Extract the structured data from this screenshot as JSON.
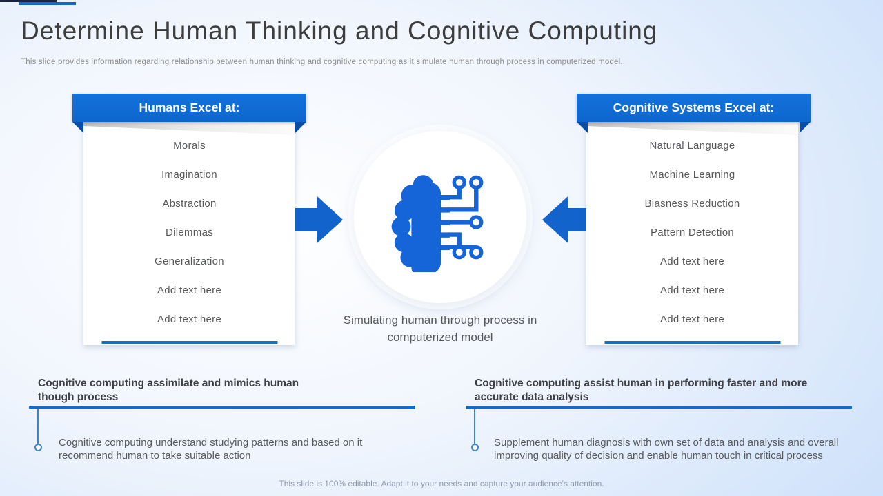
{
  "slide": {
    "title": "Determine Human Thinking and Cognitive Computing",
    "subtitle": "This slide provides information regarding relationship between human thinking and cognitive computing as it simulate human through process in computerized model.",
    "footer": "This slide is 100% editable. Adapt it to your needs and capture your audience's attention."
  },
  "left_panel": {
    "header": "Humans Excel at:",
    "items": [
      "Morals",
      "Imagination",
      "Abstraction",
      "Dilemmas",
      "Generalization",
      "Add text here",
      "Add text here"
    ]
  },
  "right_panel": {
    "header": "Cognitive Systems Excel at:",
    "items": [
      "Natural Language",
      "Machine Learning",
      "Biasness Reduction",
      "Pattern Detection",
      "Add text here",
      "Add text here",
      "Add text here"
    ]
  },
  "center": {
    "icon": "brain-circuit-icon",
    "caption": "Simulating human through process in computerized model"
  },
  "bottom_left": {
    "heading": "Cognitive computing assimilate and mimics human though process",
    "body": "Cognitive computing understand studying patterns and based on it recommend human to take suitable action"
  },
  "bottom_right": {
    "heading": "Cognitive computing assist human in performing faster and more accurate data analysis",
    "body": "Supplement human  diagnosis with own set of data and analysis and overall improving quality  of decision and enable human touch in critical process"
  },
  "colors": {
    "ribbon_blue": "#0d66cd",
    "fold_dark_blue": "#0a4da4",
    "arrow_blue": "#1263cc",
    "rule_blue": "#1569c8",
    "navy_mark": "#1a2340",
    "text_dark": "#3d3d3d",
    "text_gray": "#58595b",
    "background_blue": "#cadffa"
  }
}
